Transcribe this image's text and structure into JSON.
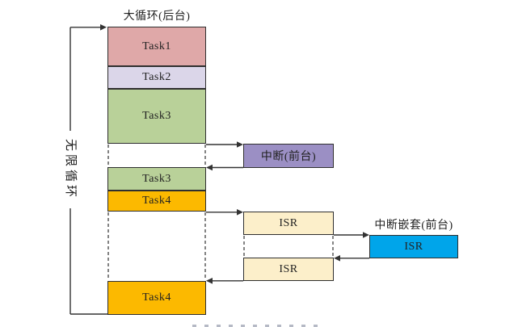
{
  "labels": {
    "title": "大循环(后台)",
    "infinite_loop": "无限循环",
    "nested_interrupt": "中断嵌套(前台)"
  },
  "boxes": {
    "task1": {
      "label": "Task1",
      "color": "#dfa8a8"
    },
    "task2": {
      "label": "Task2",
      "color": "#dbd6e9"
    },
    "task3_first": {
      "label": "Task3",
      "color": "#b9d199"
    },
    "task3_second": {
      "label": "Task3",
      "color": "#b9d199"
    },
    "task4_first": {
      "label": "Task4",
      "color": "#fcb900"
    },
    "task4_second": {
      "label": "Task4",
      "color": "#fcb900"
    },
    "interrupt": {
      "label": "中断(前台)",
      "color": "#9b8fc4"
    },
    "isr_first": {
      "label": "ISR",
      "color": "#fcefca"
    },
    "isr_second": {
      "label": "ISR",
      "color": "#fcefca"
    },
    "isr_nested": {
      "label": "ISR",
      "color": "#00a5ea"
    }
  },
  "colors": {
    "line": "#333333",
    "border": "#2f2f2f",
    "background": "#ffffff"
  }
}
